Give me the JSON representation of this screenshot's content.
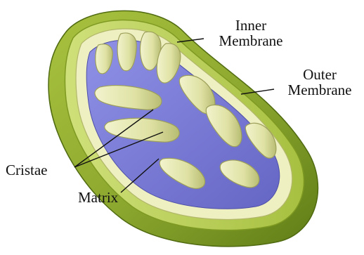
{
  "labels": {
    "inner_membrane": {
      "line1": "Inner",
      "line2": "Membrane"
    },
    "outer_membrane": {
      "line1": "Outer",
      "line2": "Membrane"
    },
    "cristae": "Cristae",
    "matrix": "Matrix"
  },
  "colors": {
    "outer_membrane": "#8ca72e",
    "outer_rim": "#b7cd52",
    "inner_membrane": "#e3e6ac",
    "matrix": "#7a7bd6",
    "leader_lines": "#111111"
  }
}
